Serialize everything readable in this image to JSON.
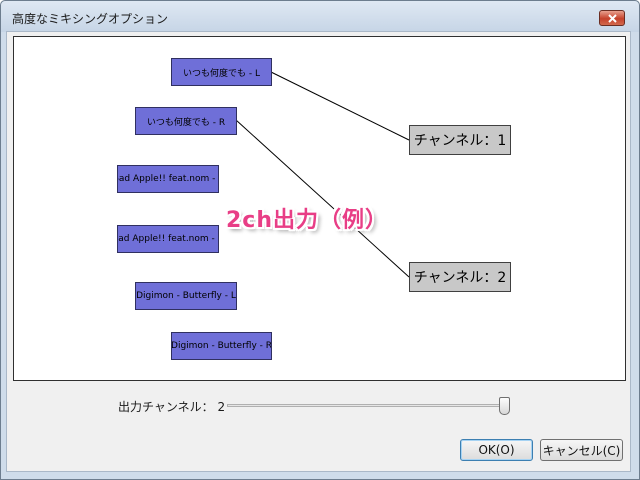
{
  "window": {
    "title": "高度なミキシングオプション",
    "close_icon": "close-icon"
  },
  "sources": [
    {
      "label": "いつも何度でも - L"
    },
    {
      "label": "いつも何度でも - R"
    },
    {
      "label": "Bad Apple!! feat.nom - L"
    },
    {
      "label": "Bad Apple!! feat.nom - R"
    },
    {
      "label": "Digimon - Butterfly  - L"
    },
    {
      "label": "Digimon - Butterfly  - R"
    }
  ],
  "channels": [
    {
      "label": "チャンネル：1"
    },
    {
      "label": "チャンネル：2"
    }
  ],
  "connections": [
    {
      "source": "いつも何度でも - L",
      "channel": "チャンネル：1"
    },
    {
      "source": "いつも何度でも - R",
      "channel": "チャンネル：2"
    }
  ],
  "overlay_caption": "2ch出力（例）",
  "output_channels": {
    "label": "出力チャンネル：",
    "value": "2",
    "slider_value": 2
  },
  "buttons": {
    "ok": "OK(O)",
    "cancel": "キャンセル(C)"
  },
  "colors": {
    "source_fill": "#6f6fd8",
    "channel_fill": "#c8c8c8",
    "caption": "#e83e86"
  }
}
